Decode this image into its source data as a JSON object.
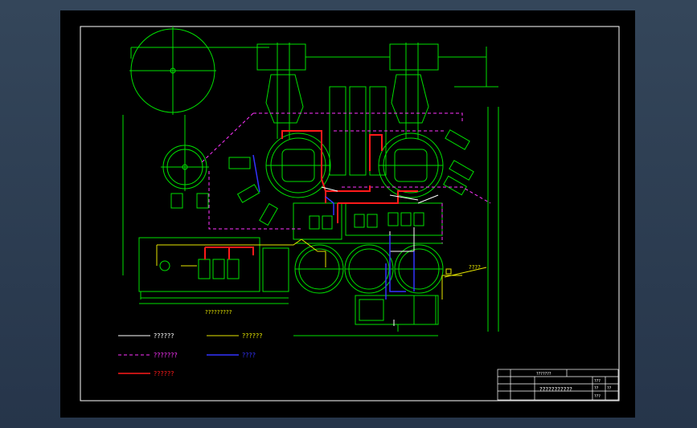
{
  "colors": {
    "background": "#000000",
    "frame": "#ffffff",
    "border_green": "#00c040",
    "water": "#ffffff",
    "oil": "#e6e600",
    "gas": "#ff33ff",
    "steam": "#ff1a1a",
    "air": "#3333ff",
    "equipment": "#00e000"
  },
  "legend": {
    "items": [
      {
        "label": "??????",
        "color": "#ffffff",
        "style": "solid"
      },
      {
        "label": "??????",
        "color": "#e6e600",
        "style": "solid"
      },
      {
        "label": "???????",
        "color": "#ff33ff",
        "style": "dashed"
      },
      {
        "label": "????",
        "color": "#3333ff",
        "style": "solid"
      },
      {
        "label": "??????",
        "color": "#ff1a1a",
        "style": "solid"
      }
    ]
  },
  "annotations": {
    "subview_caption": "?????????",
    "right_tag": "????"
  },
  "title_block": {
    "drawing_title": "???????????",
    "top_left_code": "???????",
    "row_texts": [
      "???",
      "??",
      "??",
      "???"
    ]
  }
}
